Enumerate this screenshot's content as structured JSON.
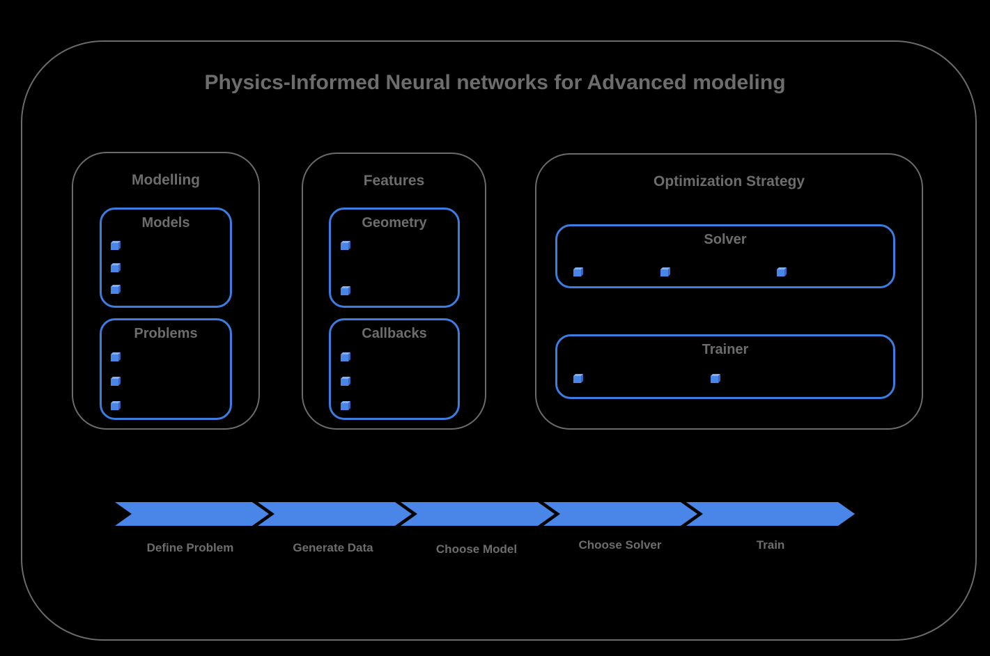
{
  "page": {
    "title": "Physics-Informed Neural networks for Advanced modeling",
    "background_color": "#000000"
  },
  "colors": {
    "accent_blue": "#4a86e8",
    "blue_box_border": "#3d7ce0",
    "gray_border": "#6b6b6b",
    "gray_text": "#6d6d6d",
    "cube_front": "#4a86e8",
    "cube_top": "#85aff0",
    "cube_side": "#3566c4"
  },
  "groups": {
    "modelling": {
      "title": "Modelling",
      "boxes": {
        "models": {
          "title": "Models",
          "bullet_icon": "cube-icon",
          "bullet_count": 3,
          "bullet_layout": "vertical"
        },
        "problems": {
          "title": "Problems",
          "bullet_icon": "cube-icon",
          "bullet_count": 3,
          "bullet_layout": "vertical"
        }
      }
    },
    "features": {
      "title": "Features",
      "boxes": {
        "geometry": {
          "title": "Geometry",
          "bullet_icon": "cube-icon",
          "bullet_count": 2,
          "bullet_layout": "vertical"
        },
        "callbacks": {
          "title": "Callbacks",
          "bullet_icon": "cube-icon",
          "bullet_count": 3,
          "bullet_layout": "vertical"
        }
      }
    },
    "optimization": {
      "title": "Optimization Strategy",
      "boxes": {
        "solver": {
          "title": "Solver",
          "bullet_icon": "cube-icon",
          "bullet_count": 3,
          "bullet_layout": "horizontal"
        },
        "trainer": {
          "title": "Trainer",
          "bullet_icon": "cube-icon",
          "bullet_count": 2,
          "bullet_layout": "horizontal"
        }
      }
    }
  },
  "flow": {
    "arrow_color": "#4a86e8",
    "steps": [
      "Define Problem",
      "Generate Data",
      "Choose Model",
      "Choose Solver",
      "Train"
    ]
  }
}
